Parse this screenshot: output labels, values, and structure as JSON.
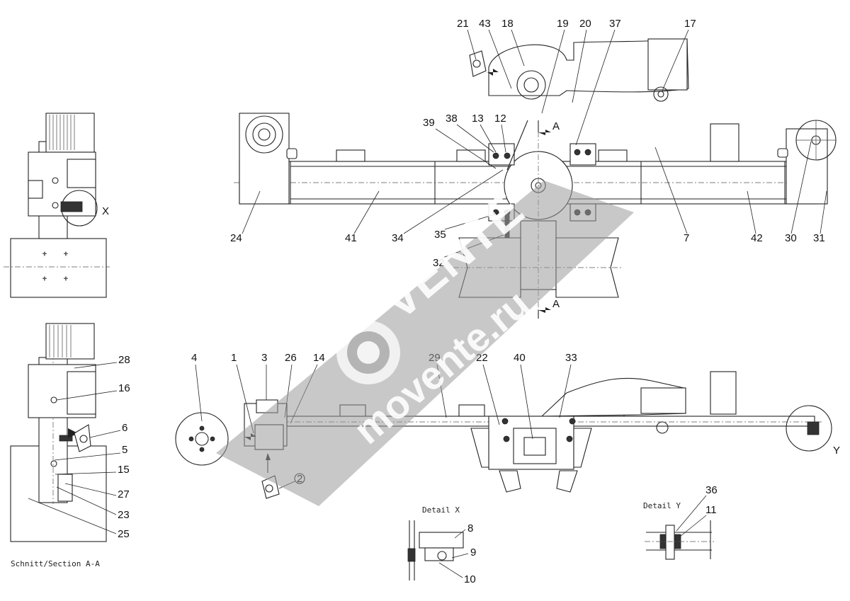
{
  "part_numbers": {
    "p1": "1",
    "p2": "2",
    "p3": "3",
    "p4": "4",
    "p5": "5",
    "p6": "6",
    "p7": "7",
    "p8": "8",
    "p9": "9",
    "p10": "10",
    "p11": "11",
    "p12": "12",
    "p13": "13",
    "p14": "14",
    "p15": "15",
    "p16": "16",
    "p17": "17",
    "p18": "18",
    "p19": "19",
    "p20": "20",
    "p21": "21",
    "p22": "22",
    "p23": "23",
    "p24": "24",
    "p25": "25",
    "p26": "26",
    "p27": "27",
    "p28": "28",
    "p29": "29",
    "p30": "30",
    "p31": "31",
    "p32": "32",
    "p33": "33",
    "p34": "34",
    "p35": "35",
    "p36": "36",
    "p37": "37",
    "p38": "38",
    "p39": "39",
    "p40": "40",
    "p41": "41",
    "p42": "42",
    "p43": "43"
  },
  "labels": {
    "section_title": "Schnitt/Section A-A",
    "detail_x_title": "Detail X",
    "detail_y_title": "Detail Y",
    "view_x_mark": "X",
    "view_y_mark": "Y",
    "section_mark_top": "A",
    "section_mark_bottom": "A",
    "circled_ref": "2"
  },
  "watermark": {
    "brand_upper": "VENTE",
    "brand_lower": "movente.ru",
    "band_color": "#9a9a9a"
  }
}
